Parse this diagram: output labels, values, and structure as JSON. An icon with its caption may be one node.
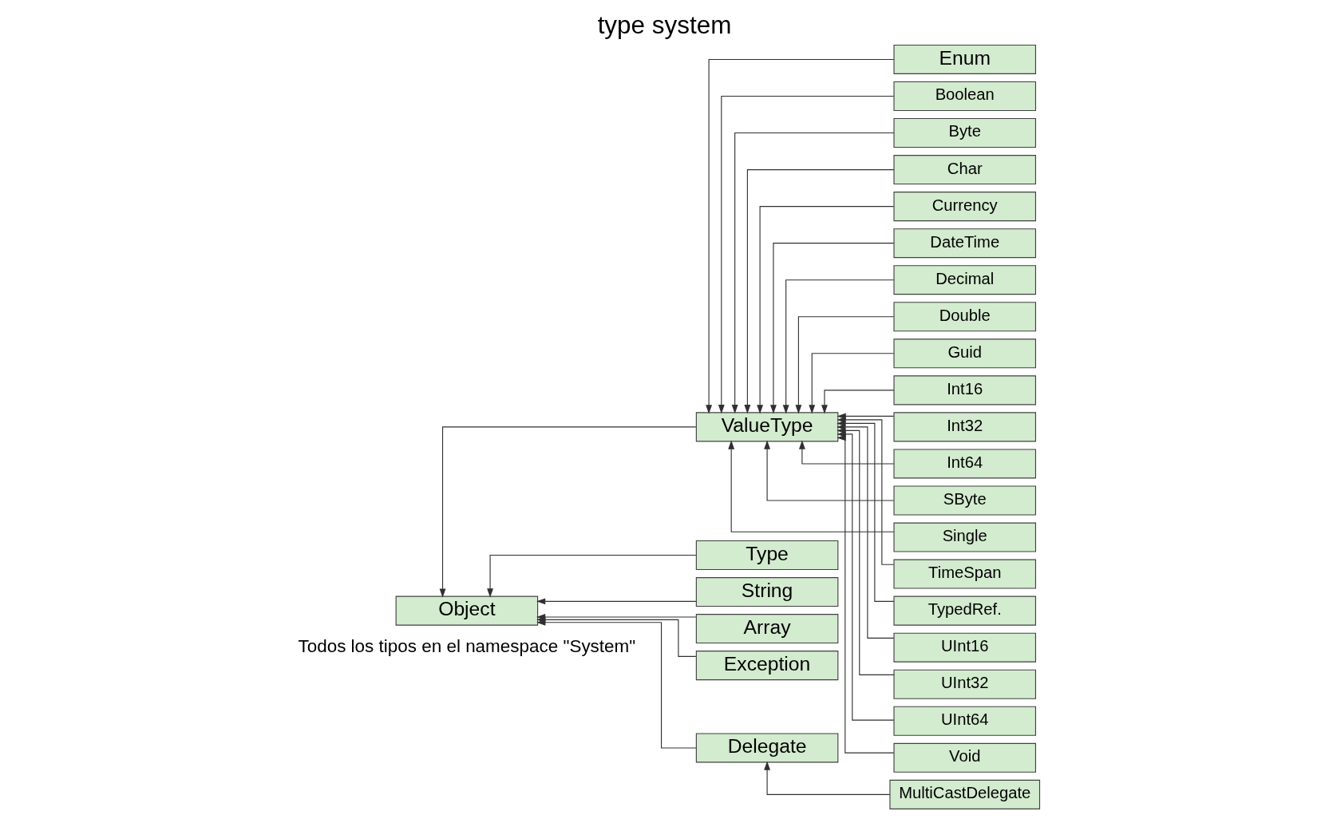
{
  "diagram": {
    "title": "type system",
    "nodes": [
      {
        "text": [
          "Object"
        ]
      },
      {
        "text": [
          "ValueType"
        ]
      },
      {
        "text": [
          "Enum"
        ]
      },
      {
        "text": [
          "Type"
        ]
      },
      {
        "text": [
          "String"
        ]
      },
      {
        "text": [
          "Array"
        ]
      },
      {
        "text": [
          "Exception"
        ]
      },
      {
        "text": [
          "Delegate"
        ]
      },
      {
        "text": [
          "Boolean"
        ]
      },
      {
        "text": [
          "Byte"
        ]
      },
      {
        "text": [
          "Char"
        ]
      },
      {
        "text": [
          "Currency"
        ]
      },
      {
        "text": [
          "DateTime"
        ]
      },
      {
        "text": [
          "Decimal"
        ]
      },
      {
        "text": [
          "Double"
        ]
      },
      {
        "text": [
          "Guid"
        ]
      },
      {
        "text": [
          "Int16"
        ]
      },
      {
        "text": [
          "Int32"
        ]
      },
      {
        "text": [
          "Int64"
        ]
      },
      {
        "text": [
          "SByte"
        ]
      },
      {
        "text": [
          "Single"
        ]
      },
      {
        "text": [
          "TimeSpan"
        ]
      },
      {
        "text": [
          "TypedRef."
        ]
      },
      {
        "text": [
          "UInt16"
        ]
      },
      {
        "text": [
          "UInt32"
        ]
      },
      {
        "text": [
          "UInt64"
        ]
      },
      {
        "text": [
          "Void"
        ]
      },
      {
        "text": [
          "MultiCastDelegate"
        ]
      }
    ],
    "edges": [
      {
        "from": 1,
        "to": 0,
        "arrow": "to"
      },
      {
        "from": 3,
        "to": 0,
        "arrow": "to"
      },
      {
        "from": 4,
        "to": 0,
        "arrow": "to"
      },
      {
        "from": 5,
        "to": 0,
        "arrow": "to"
      },
      {
        "from": 6,
        "to": 0,
        "arrow": "to"
      },
      {
        "from": 7,
        "to": 0,
        "arrow": "to"
      },
      {
        "from": 2,
        "to": 1,
        "arrow": "to"
      },
      {
        "from": 8,
        "to": 1,
        "arrow": "to"
      },
      {
        "from": 9,
        "to": 1,
        "arrow": "to"
      },
      {
        "from": 10,
        "to": 1,
        "arrow": "to"
      },
      {
        "from": 11,
        "to": 1,
        "arrow": "to"
      },
      {
        "from": 12,
        "to": 1,
        "arrow": "to"
      },
      {
        "from": 13,
        "to": 1,
        "arrow": "to"
      },
      {
        "from": 14,
        "to": 1,
        "arrow": "to"
      },
      {
        "from": 15,
        "to": 1,
        "arrow": "to"
      },
      {
        "from": 16,
        "to": 1,
        "arrow": "to"
      },
      {
        "from": 17,
        "to": 1,
        "arrow": "to"
      },
      {
        "from": 18,
        "to": 1,
        "arrow": "to"
      },
      {
        "from": 19,
        "to": 1,
        "arrow": "to"
      },
      {
        "from": 20,
        "to": 1,
        "arrow": "to"
      },
      {
        "from": 21,
        "to": 1,
        "arrow": "to"
      },
      {
        "from": 22,
        "to": 1,
        "arrow": "to"
      },
      {
        "from": 23,
        "to": 1,
        "arrow": "to"
      },
      {
        "from": 24,
        "to": 1,
        "arrow": "to"
      },
      {
        "from": 25,
        "to": 1,
        "arrow": "to"
      },
      {
        "from": 26,
        "to": 1,
        "arrow": "to"
      },
      {
        "from": 27,
        "to": 7,
        "arrow": "to"
      }
    ],
    "labels": [
      "Todos los tipos en el namespace \"System\""
    ]
  }
}
